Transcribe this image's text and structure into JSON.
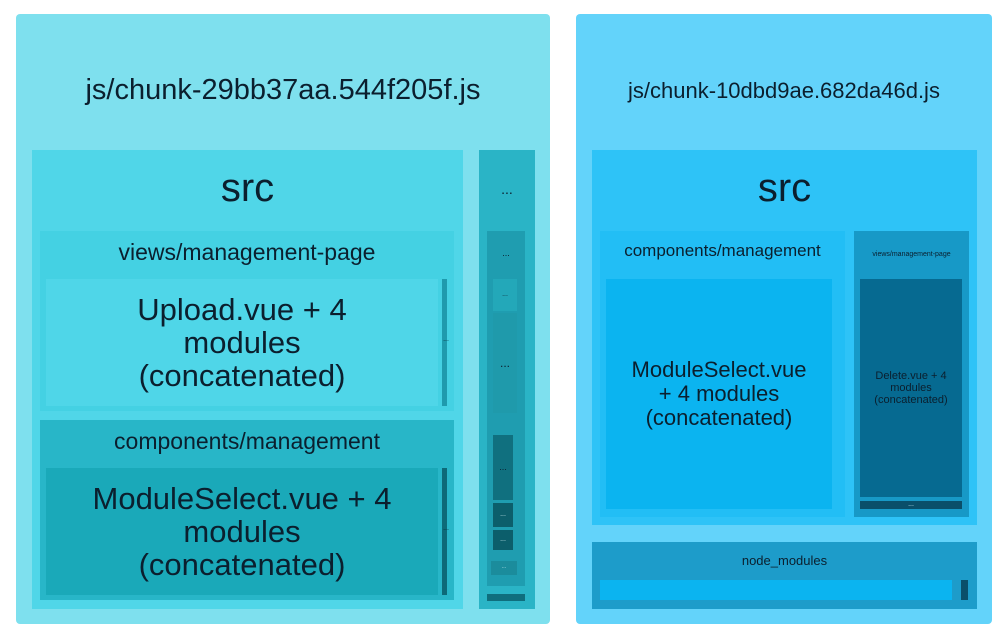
{
  "chunk_a": {
    "title": "js/chunk-29bb37aa.544f205f.js",
    "src_label": "src",
    "views_group": "views/management-page",
    "upload_module": [
      "Upload.vue + 4",
      "modules",
      "(concatenated)"
    ],
    "components_group": "components/management",
    "moduleselect_module": [
      "ModuleSelect.vue + 4",
      "modules",
      "(concatenated)"
    ],
    "ellipsis": "...",
    "tiny_label": "..."
  },
  "chunk_b": {
    "title": "js/chunk-10dbd9ae.682da46d.js",
    "src_label": "src",
    "components_group": "components/management",
    "moduleselect_module": [
      "ModuleSelect.vue",
      "+ 4 modules",
      "(concatenated)"
    ],
    "views_group": "views/management-page",
    "delete_module": [
      "Delete.vue + 4",
      "modules",
      "(concatenated)"
    ],
    "ellipsis": "...",
    "node_modules_label": "node_modules"
  },
  "colors": {
    "chunk_a_bg": "#7ee0ee",
    "chunk_a_src": "#50d6e8",
    "chunk_a_views": "#44d1e3",
    "chunk_a_components": "#28b6c8",
    "chunk_a_moduleselect": "#1aa9b9",
    "chunk_b_bg": "#63d3fa",
    "chunk_b_src": "#2ec3f7",
    "chunk_b_moduleselect": "#0bb4f0",
    "chunk_b_views": "#1799c7",
    "chunk_b_delete": "#066a91",
    "chunk_b_node_modules": "#1d9cca"
  }
}
